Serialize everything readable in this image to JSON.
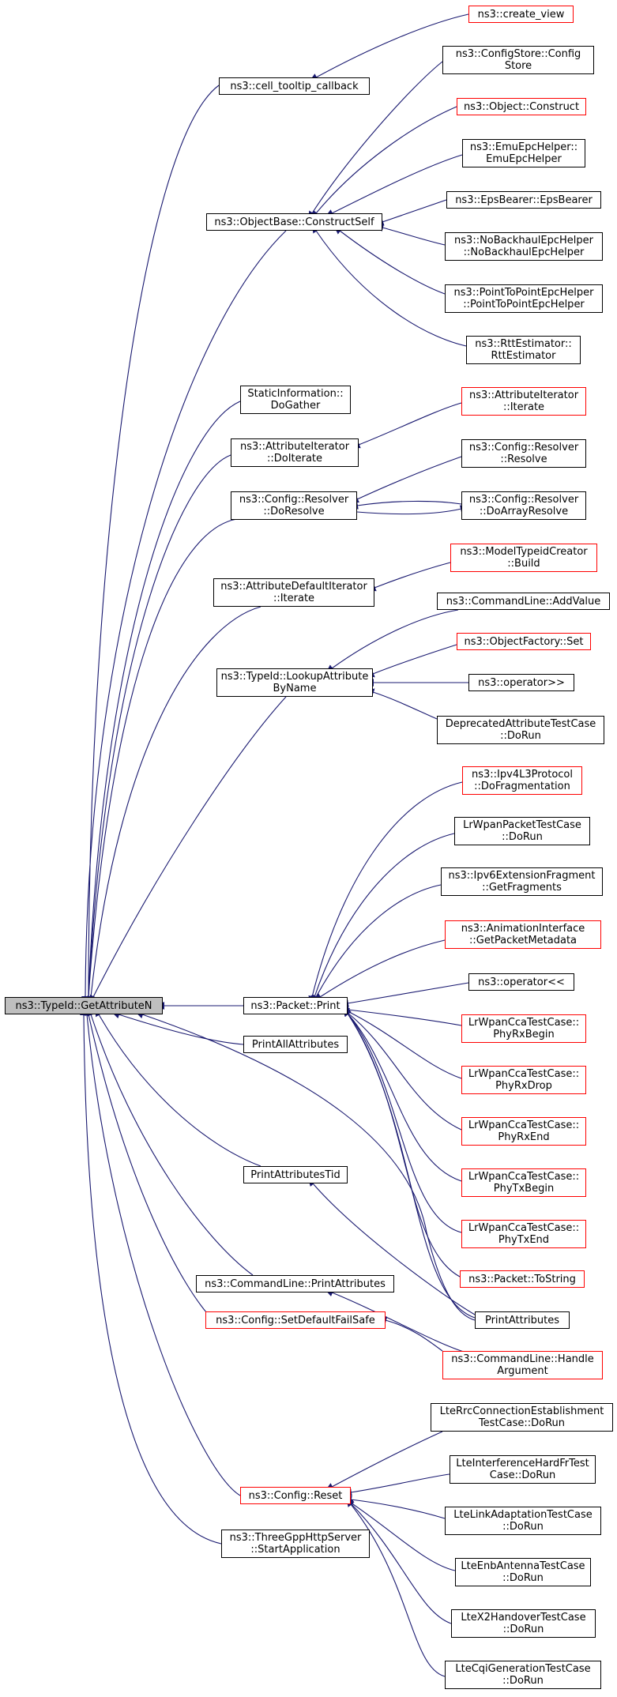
{
  "colors": {
    "edge": "#191970",
    "node_border": "#000000",
    "node_border_undocumented": "#ff0000",
    "root_fill": "#bfbfbf"
  },
  "root": "ns3::TypeId::GetAttributeN",
  "nodes": {
    "n_ctc": "ns3::cell_tooltip_callback",
    "n_cv": "ns3::create_view",
    "n_obcs": "ns3::ObjectBase::ConstructSelf",
    "n_csc": "ns3::ConfigStore::Config\nStore",
    "n_oc": "ns3::Object::Construct",
    "n_eeh": "ns3::EmuEpcHelper::\nEmuEpcHelper",
    "n_ebb": "ns3::EpsBearer::EpsBearer",
    "n_nbh": "ns3::NoBackhaulEpcHelper\n::NoBackhaulEpcHelper",
    "n_ptp": "ns3::PointToPointEpcHelper\n::PointToPointEpcHelper",
    "n_rtt": "ns3::RttEstimator::\nRttEstimator",
    "n_sig": "StaticInformation::\nDoGather",
    "n_aidi": "ns3::AttributeIterator\n::DoIterate",
    "n_aii": "ns3::AttributeIterator\n::Iterate",
    "n_crdr": "ns3::Config::Resolver\n::DoResolve",
    "n_crr": "ns3::Config::Resolver\n::Resolve",
    "n_crdar": "ns3::Config::Resolver\n::DoArrayResolve",
    "n_adi": "ns3::AttributeDefaultIterator\n::Iterate",
    "n_mtcb": "ns3::ModelTypeidCreator\n::Build",
    "n_tla": "ns3::TypeId::LookupAttribute\nByName",
    "n_clav": "ns3::CommandLine::AddValue",
    "n_ofs": "ns3::ObjectFactory::Set",
    "n_opin": "ns3::operator>>",
    "n_datc": "DeprecatedAttributeTestCase\n::DoRun",
    "n_ipv4f": "ns3::Ipv4L3Protocol\n::DoFragmentation",
    "n_lwpt": "LrWpanPacketTestCase\n::DoRun",
    "n_ipv6f": "ns3::Ipv6ExtensionFragment\n::GetFragments",
    "n_aigpm": "ns3::AnimationInterface\n::GetPacketMetadata",
    "n_pp": "ns3::Packet::Print",
    "n_opout": "ns3::operator<<",
    "n_rxb": "LrWpanCcaTestCase::\nPhyRxBegin",
    "n_rxd": "LrWpanCcaTestCase::\nPhyRxDrop",
    "n_rxe": "LrWpanCcaTestCase::\nPhyRxEnd",
    "n_txb": "LrWpanCcaTestCase::\nPhyTxBegin",
    "n_txe": "LrWpanCcaTestCase::\nPhyTxEnd",
    "n_pts": "ns3::Packet::ToString",
    "n_paa": "PrintAllAttributes",
    "n_pat": "PrintAttributesTid",
    "n_clpa": "ns3::CommandLine::PrintAttributes",
    "n_pa": "PrintAttributes",
    "n_csdf": "ns3::Config::SetDefaultFailSafe",
    "n_clha": "ns3::CommandLine::Handle\nArgument",
    "n_cr": "ns3::Config::Reset",
    "n_lrce": "LteRrcConnectionEstablishment\nTestCase::DoRun",
    "n_lihf": "LteInterferenceHardFrTest\nCase::DoRun",
    "n_llat": "LteLinkAdaptationTestCase\n::DoRun",
    "n_leat": "LteEnbAntennaTestCase\n::DoRun",
    "n_lx2h": "LteX2HandoverTestCase\n::DoRun",
    "n_lcqi": "LteCqiGenerationTestCase\n::DoRun",
    "n_tghs": "ns3::ThreeGppHttpServer\n::StartApplication"
  }
}
